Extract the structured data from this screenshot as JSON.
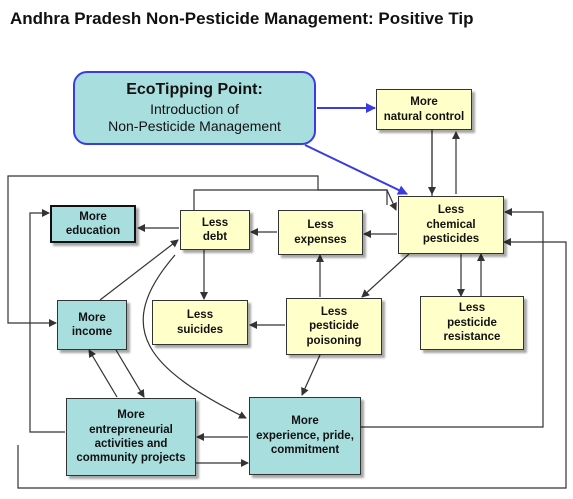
{
  "title": "Andhra Pradesh Non-Pesticide Management: Positive Tip",
  "eco_tipping_point": {
    "heading": "EcoTipping Point:",
    "line1": "Introduction of",
    "line2": "Non-Pesticide Management"
  },
  "nodes": {
    "more_natural_control": [
      "More",
      "natural control"
    ],
    "less_chemical_pesticides": [
      "Less",
      "chemical",
      "pesticides"
    ],
    "less_expenses": [
      "Less",
      "expenses"
    ],
    "less_debt": [
      "Less",
      "debt"
    ],
    "more_education": [
      "More",
      "education"
    ],
    "more_income": [
      "More",
      "income"
    ],
    "less_suicides": [
      "Less",
      "suicides"
    ],
    "less_pesticide_poisoning": [
      "Less",
      "pesticide",
      "poisoning"
    ],
    "less_pesticide_resistance": [
      "Less",
      "pesticide",
      "resistance"
    ],
    "more_entrepreneurial": [
      "More",
      "entrepreneurial",
      "activities and",
      "community projects"
    ],
    "more_experience": [
      "More",
      "experience, pride,",
      "commitment"
    ]
  },
  "colors": {
    "yellow_box": "#ffffc9",
    "teal_box": "#a9dedf",
    "eco_border": "#3b3be3",
    "arrow": "#333333",
    "eco_arrow": "#3b3be3"
  }
}
